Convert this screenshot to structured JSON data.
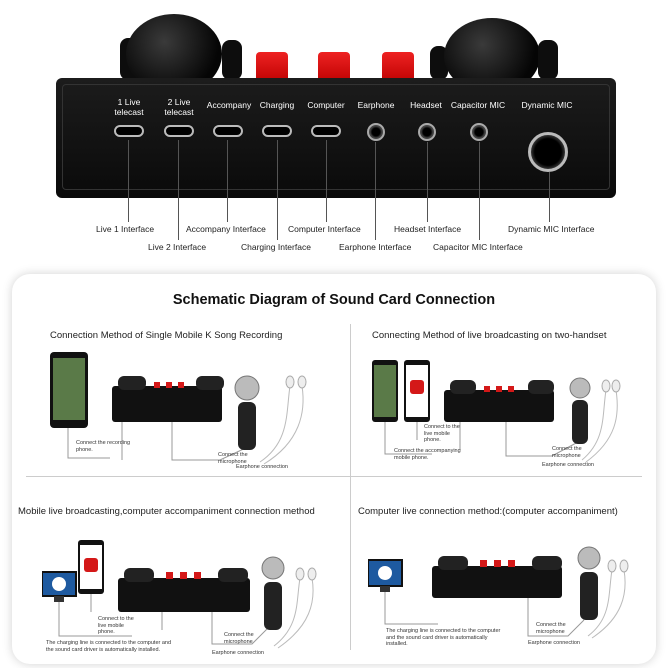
{
  "device": {
    "ports": [
      {
        "label1": "1 Live",
        "label2": "telecast"
      },
      {
        "label1": "2 Live",
        "label2": "telecast"
      },
      {
        "label1": "Accompany",
        "label2": ""
      },
      {
        "label1": "Charging",
        "label2": ""
      },
      {
        "label1": "Computer",
        "label2": ""
      },
      {
        "label1": "Earphone",
        "label2": ""
      },
      {
        "label1": "Headset",
        "label2": ""
      },
      {
        "label1": "Capacitor MIC",
        "label2": ""
      },
      {
        "label1": "Dynamic MIC",
        "label2": ""
      }
    ],
    "interfaces": {
      "live1": "Live 1 Interface",
      "live2": "Live 2 Interface",
      "accompany": "Accompany Interface",
      "charging": "Charging Interface",
      "computer": "Computer Interface",
      "earphone": "Earphone Interface",
      "headset": "Headset Interface",
      "capacitor": "Capacitor MIC Interface",
      "dynamic": "Dynamic MIC Interface"
    }
  },
  "panel": {
    "title": "Schematic Diagram of Sound Card Connection",
    "cells": [
      {
        "title": "Connection Method of Single Mobile K Song Recording",
        "notes": [
          "Connect the recording phone.",
          "Connect the microphone",
          "Earphone connection"
        ]
      },
      {
        "title": "Connecting Method of live broadcasting on two-handset",
        "notes": [
          "Connect to the live mobile phone.",
          "Connect the accompanying mobile phone.",
          "Connect the microphone",
          "Earphone connection"
        ]
      },
      {
        "title": "Mobile live broadcasting,computer accompaniment connection method",
        "notes": [
          "Connect to the live mobile phone.",
          "The charging line is connected to the computer and the sound card driver is automatically installed.",
          "Connect the microphone",
          "Earphone connection"
        ]
      },
      {
        "title": "Computer live connection method:(computer accompaniment)",
        "notes": [
          "The charging line is connected to the computer and the sound card driver is automatically installed.",
          "Connect the microphone",
          "Earphone connection"
        ]
      }
    ]
  },
  "colors": {
    "device_black": "#0a0a0a",
    "button_red": "#d41818",
    "panel_border": "#cccccc"
  }
}
